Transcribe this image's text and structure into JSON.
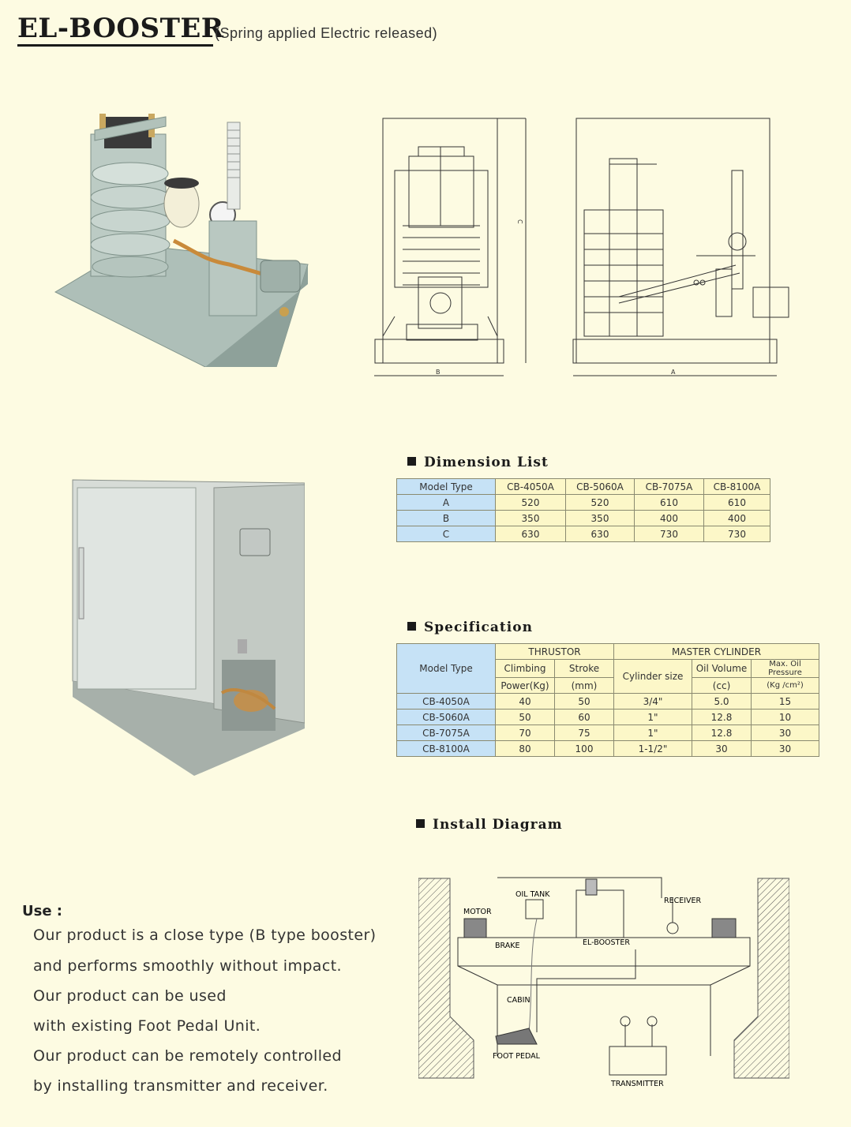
{
  "header": {
    "title": "EL-BOOSTER",
    "subtitle": "(Spring applied Electric released)"
  },
  "drawing_labels": {
    "b": "B",
    "a": "A",
    "c": "C"
  },
  "dimension_list": {
    "title": "Dimension List",
    "header": [
      "Model Type",
      "CB-4050A",
      "CB-5060A",
      "CB-7075A",
      "CB-8100A"
    ],
    "rows": [
      [
        "A",
        "520",
        "520",
        "610",
        "610"
      ],
      [
        "B",
        "350",
        "350",
        "400",
        "400"
      ],
      [
        "C",
        "630",
        "630",
        "730",
        "730"
      ]
    ]
  },
  "specification": {
    "title": "Specification",
    "model_type_label": "Model Type",
    "thrustor_label": "THRUSTOR",
    "master_cylinder_label": "MASTER CYLINDER",
    "climbing_line1": "Climbing",
    "climbing_line2": "Power(Kg)",
    "stroke_line1": "Stroke",
    "stroke_line2": "(mm)",
    "cylinder_size_label": "Cylinder size",
    "oil_volume_line1": "Oil Volume",
    "oil_volume_line2": "(cc)",
    "oil_pressure_line1": "Max. Oil Pressure",
    "oil_pressure_line2": "(Kg /cm²)",
    "rows": [
      [
        "CB-4050A",
        "40",
        "50",
        "3/4\"",
        "5.0",
        "15"
      ],
      [
        "CB-5060A",
        "50",
        "60",
        "1\"",
        "12.8",
        "10"
      ],
      [
        "CB-7075A",
        "70",
        "75",
        "1\"",
        "12.8",
        "30"
      ],
      [
        "CB-8100A",
        "80",
        "100",
        "1-1/2\"",
        "30",
        "30"
      ]
    ]
  },
  "install_diagram": {
    "title": "Install Diagram",
    "labels": {
      "oil_tank": "OIL TANK",
      "motor": "MOTOR",
      "receiver": "RECEIVER",
      "brake": "BRAKE",
      "el_booster": "EL-BOOSTER",
      "cabin": "CABIN",
      "foot_pedal": "FOOT PEDAL",
      "transmitter": "TRANSMITTER"
    }
  },
  "use": {
    "title": "Use :",
    "lines": [
      "Our product is a close type (B type booster)",
      "and performs smoothly without impact.",
      "Our product can be used",
      "with existing Foot Pedal Unit.",
      "Our product can be remotely controlled",
      "by installing transmitter and receiver."
    ]
  },
  "colors": {
    "background": "#fdfbe2",
    "table_header": "#c6e2f6",
    "table_cell": "#fcf7c8",
    "machine": "#c5d3cc"
  }
}
